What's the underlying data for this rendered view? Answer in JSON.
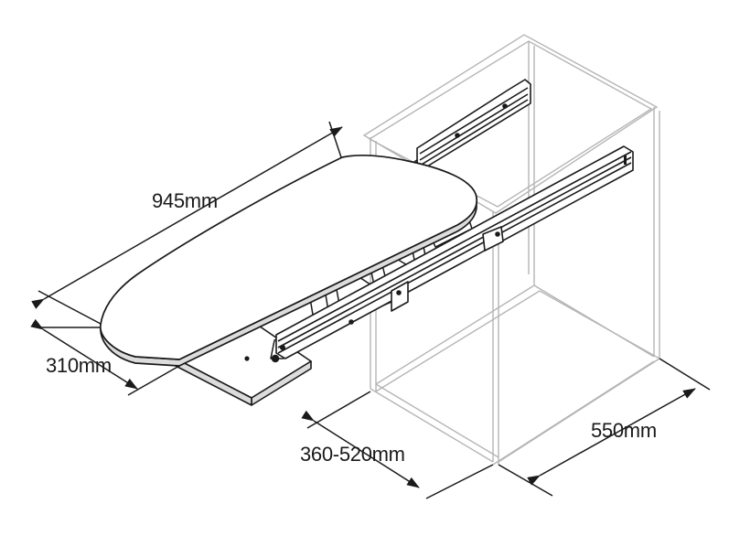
{
  "dimensions": {
    "length": "945mm",
    "width": "310mm",
    "cabinet_opening": "360-520mm",
    "cabinet_depth": "550mm"
  },
  "colors": {
    "line_dark": "#1a1a1a",
    "line_light": "#b5b5b5",
    "board_fill": "#dcdcdc",
    "background": "#ffffff"
  }
}
